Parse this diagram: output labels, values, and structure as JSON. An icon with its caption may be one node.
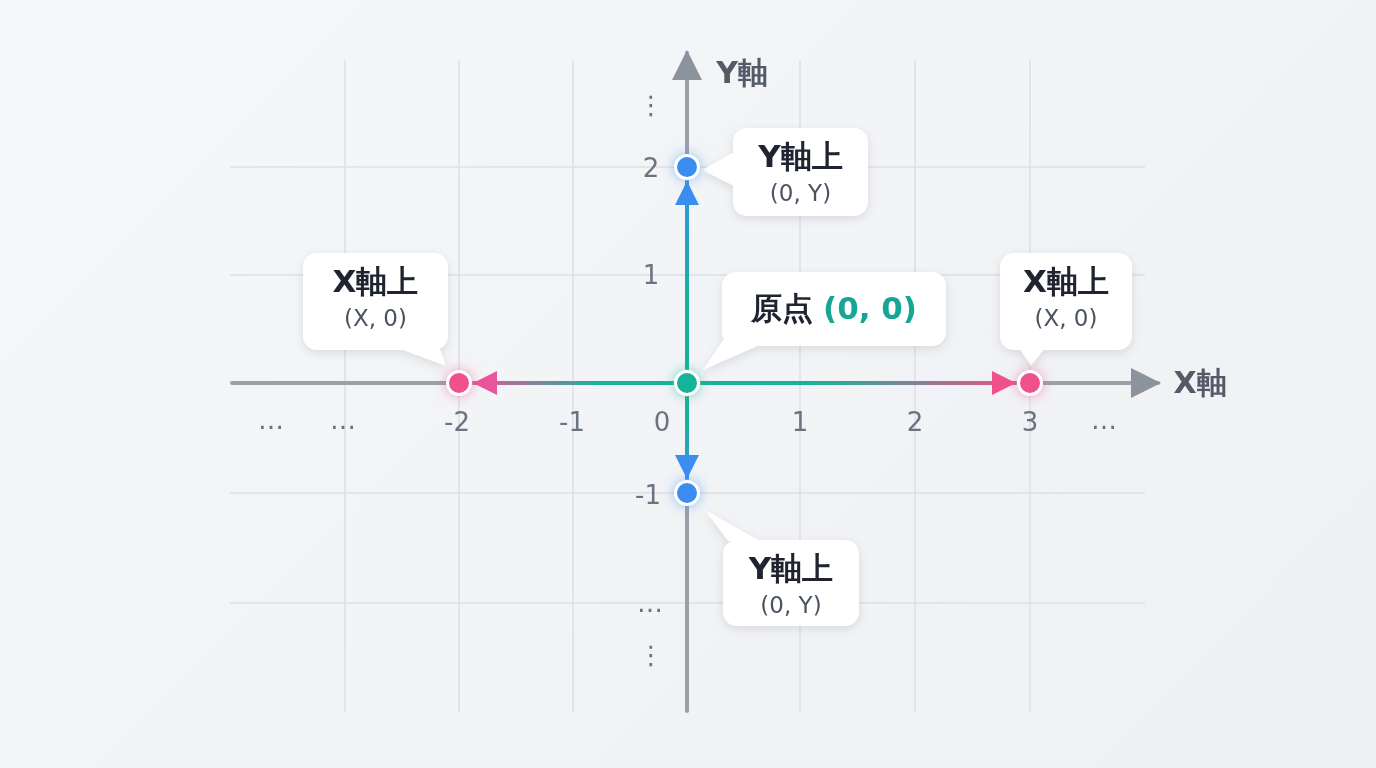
{
  "diagram": {
    "nodes": [
      {
        "text": [
          "Y軸上",
          "(0, Y)"
        ]
      },
      {
        "text": [],
        "shape": "circle"
      },
      {
        "text": [
          "X軸上",
          "(X, 0)"
        ]
      },
      {
        "text": [
          "原点",
          "(0, 0)"
        ]
      },
      {
        "text": [
          "X軸上",
          "(X, 0)"
        ]
      },
      {
        "text": [],
        "shape": "circle"
      },
      {
        "text": [],
        "shape": "circle"
      },
      {
        "text": [],
        "shape": "circle"
      },
      {
        "text": [],
        "shape": "circle"
      },
      {
        "text": [
          "Y軸上",
          "(0, Y)"
        ]
      }
    ],
    "edges": [
      {
        "from": 6,
        "to": 1,
        "arrow": "to",
        "color": "#3b8ef0"
      },
      {
        "from": 6,
        "to": 5,
        "arrow": "to",
        "color": "#e8559a"
      },
      {
        "from": 6,
        "to": 7,
        "arrow": "to",
        "color": "#f0508c"
      },
      {
        "from": 6,
        "to": 8,
        "arrow": "to",
        "color": "#3b8ef0"
      }
    ],
    "labels": [
      "Y軸",
      "⋮",
      "2",
      "1",
      "X軸",
      "…",
      "…",
      "-2",
      "-1",
      "0",
      "1",
      "2",
      "3",
      "…",
      "-1",
      "…",
      "⋮"
    ]
  }
}
